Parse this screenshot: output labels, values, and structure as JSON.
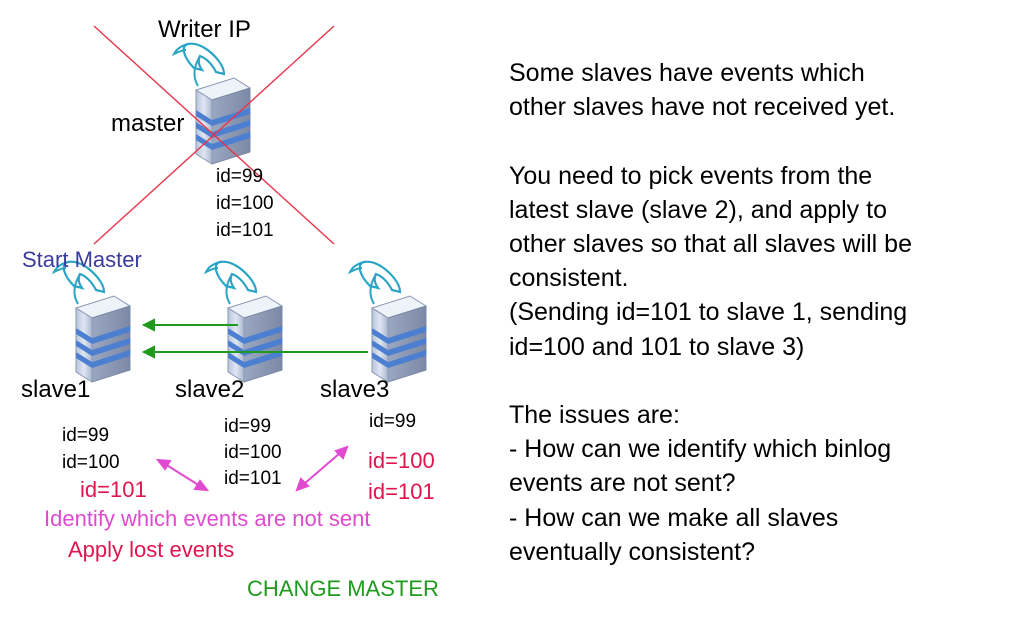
{
  "labels": {
    "writer_ip": "Writer IP",
    "master": "master",
    "start_master": "Start Master",
    "slave1": "slave1",
    "slave2": "slave2",
    "slave3": "slave3",
    "identify": "Identify which events are not sent",
    "apply": "Apply lost events",
    "change_master": "CHANGE MASTER"
  },
  "master_ids": [
    "id=99",
    "id=100",
    "id=101"
  ],
  "slave1_ids": {
    "black": [
      "id=99",
      "id=100"
    ],
    "red": [
      "id=101"
    ]
  },
  "slave2_ids": [
    "id=99",
    "id=100",
    "id=101"
  ],
  "slave3_ids": {
    "black": [
      "id=99"
    ],
    "red": [
      "id=100",
      "id=101"
    ]
  },
  "explanation": [
    "Some slaves have events which",
    "other slaves have not received yet.",
    "",
    "You need to pick events from the",
    "latest  slave (slave 2), and apply to",
    "other slaves so that all slaves will be",
    "consistent.",
    "(Sending id=101 to slave 1, sending",
    "id=100 and 101 to slave 3)",
    "",
    "The issues are:",
    "- How can we identify which binlog",
    "events are not sent?",
    "- How can we make all slaves",
    "eventually consistent?"
  ],
  "colors": {
    "cross": "#e8354a",
    "start_master": "#3b3b9e",
    "lost": "#e0154f",
    "identify": "#e04ad0",
    "change_master": "#1f9a1f",
    "server_blue": "#4d7fd0"
  },
  "icons": [
    "dolphin-icon",
    "server-icon"
  ]
}
